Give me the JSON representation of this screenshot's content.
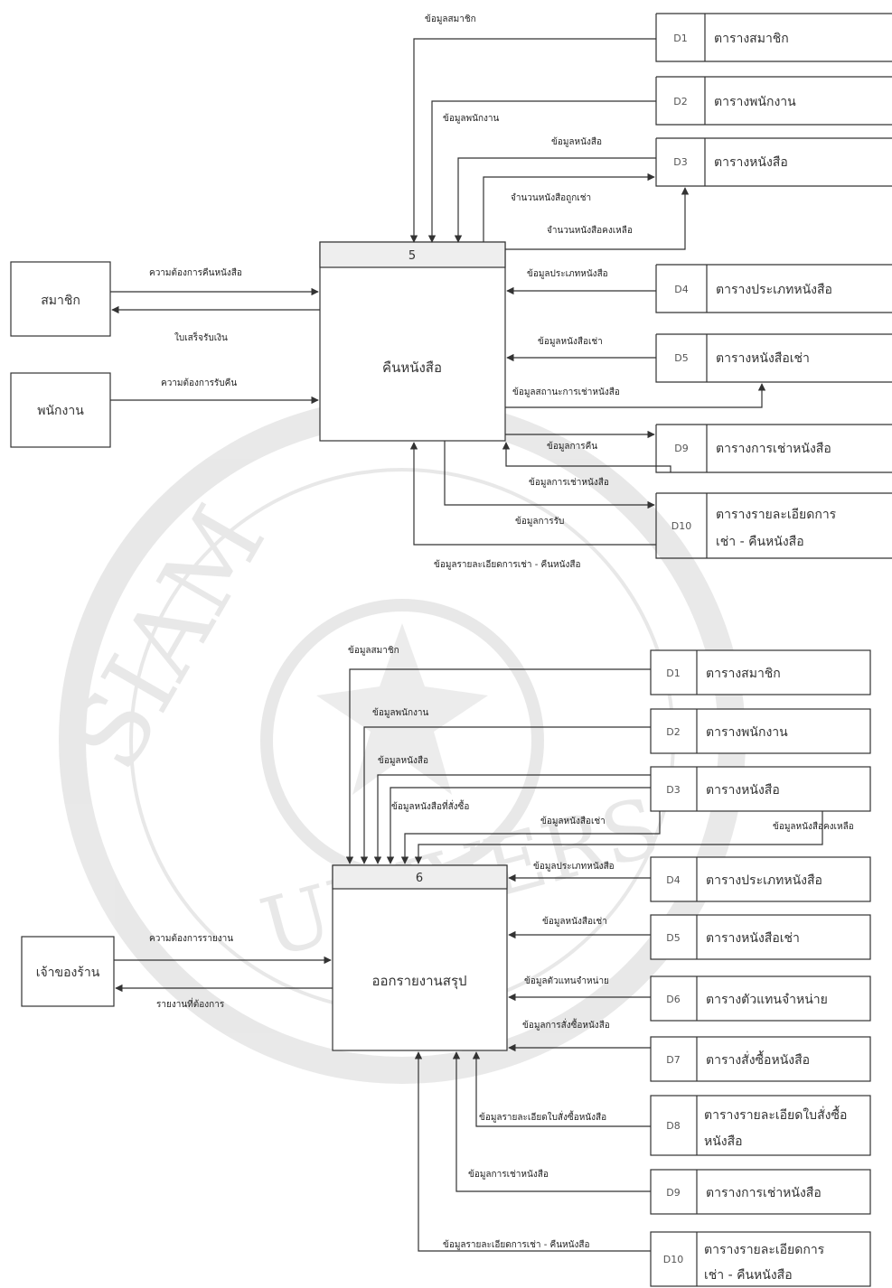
{
  "process5": {
    "number": "5",
    "name": "คืนหนังสือ",
    "entities": {
      "member": "สมาชิก",
      "employee": "พนักงาน"
    },
    "stores": [
      {
        "id": "D1",
        "name": "ตารางสมาชิก"
      },
      {
        "id": "D2",
        "name": "ตารางพนักงาน"
      },
      {
        "id": "D3",
        "name": "ตารางหนังสือ"
      },
      {
        "id": "D4",
        "name": "ตารางประเภทหนังสือ"
      },
      {
        "id": "D5",
        "name": "ตารางหนังสือเช่า"
      },
      {
        "id": "D9",
        "name": "ตารางการเช่าหนังสือ"
      },
      {
        "id": "D10",
        "name_line1": "ตารางรายละเอียดการ",
        "name_line2": "เช่า - คืนหนังสือ"
      }
    ],
    "flows": {
      "member_data": "ข้อมูลสมาชิก",
      "employee_data": "ข้อมูลพนักงาน",
      "book_data": "ข้อมูลหนังสือ",
      "update_available": "จำนวนหนังสือถูกเช่า",
      "update_remaining": "จำนวนหนังสือคงเหลือ",
      "return_request": "ความต้องการคืนหนังสือ",
      "receipt": "ใบเสร็จรับเงิน",
      "employee_request": "ความต้องการรับคืน",
      "booktype_data": "ข้อมูลประเภทหนังสือ",
      "rental_book_data": "ข้อมูลหนังสือเช่า",
      "rental_status": "ข้อมูลสถานะการเช่าหนังสือ",
      "return_data": "ข้อมูลการคืน",
      "rental_data": "ข้อมูลการเช่าหนังสือ",
      "receive_data": "ข้อมูลการรับ",
      "detail_data": "ข้อมูลรายละเอียดการเช่า - คืนหนังสือ"
    }
  },
  "process6": {
    "number": "6",
    "name": "ออกรายงานสรุป",
    "entities": {
      "owner": "เจ้าของร้าน"
    },
    "stores": [
      {
        "id": "D1",
        "name": "ตารางสมาชิก"
      },
      {
        "id": "D2",
        "name": "ตารางพนักงาน"
      },
      {
        "id": "D3",
        "name": "ตารางหนังสือ"
      },
      {
        "id": "D4",
        "name": "ตารางประเภทหนังสือ"
      },
      {
        "id": "D5",
        "name": "ตารางหนังสือเช่า"
      },
      {
        "id": "D6",
        "name": "ตารางตัวแทนจำหน่าย"
      },
      {
        "id": "D7",
        "name": "ตารางสั่งซื้อหนังสือ"
      },
      {
        "id": "D8",
        "name_line1": "ตารางรายละเอียดใบสั่งซื้อ",
        "name_line2": "หนังสือ"
      },
      {
        "id": "D9",
        "name": "ตารางการเช่าหนังสือ"
      },
      {
        "id": "D10",
        "name_line1": "ตารางรายละเอียดการ",
        "name_line2": "เช่า - คืนหนังสือ"
      }
    ],
    "flows": {
      "member_data": "ข้อมูลสมาชิก",
      "employee_data": "ข้อมูลพนักงาน",
      "book_data": "ข้อมูลหนังสือ",
      "book_purchase": "ข้อมูลหนังสือที่สั่งซื้อ",
      "book_rental": "ข้อมูลหนังสือเช่า",
      "book_remaining": "ข้อมูลหนังสือคงเหลือ",
      "booktype_data": "ข้อมูลประเภทหนังสือ",
      "rental_book_data": "ข้อมูลหนังสือเช่า",
      "dealer_data": "ข้อมูลตัวแทนจำหน่าย",
      "order_data": "ข้อมูลการสั่งซื้อหนังสือ",
      "order_detail": "ข้อมูลรายละเอียดใบสั่งซื้อหนังสือ",
      "rental_data": "ข้อมูลการเช่าหนังสือ",
      "detail_data": "ข้อมูลรายละเอียดการเช่า - คืนหนังสือ",
      "report_request": "ความต้องการรายงาน",
      "report_out": "รายงานที่ต้องการ"
    }
  }
}
